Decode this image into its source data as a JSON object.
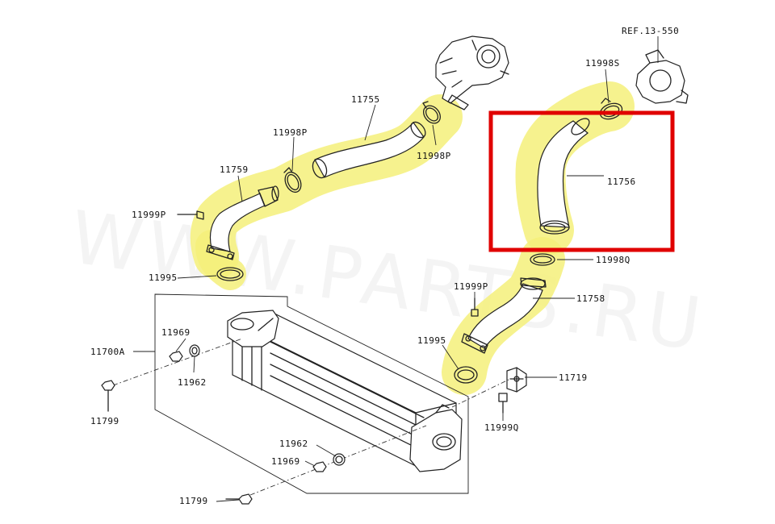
{
  "diagram": {
    "colors": {
      "highlight": "#f4f07a",
      "box": "#e00000",
      "line": "#222222"
    },
    "labels": {
      "ref": "REF.13-550",
      "p11998s": "11998S",
      "p11755": "11755",
      "p11998p_a": "11998P",
      "p11998p_b": "11998P",
      "p11759": "11759",
      "p11999p_a": "11999P",
      "p11995_a": "11995",
      "p11756": "11756",
      "p11998q": "11998Q",
      "p11999p_b": "11999P",
      "p11758": "11758",
      "p11995_b": "11995",
      "p11969_a": "11969",
      "p11700a": "11700A",
      "p11962_a": "11962",
      "p11799_a": "11799",
      "p11719": "11719",
      "p11999q": "11999Q",
      "p11962_b": "11962",
      "p11969_b": "11969",
      "p11799_b": "11799"
    }
  }
}
